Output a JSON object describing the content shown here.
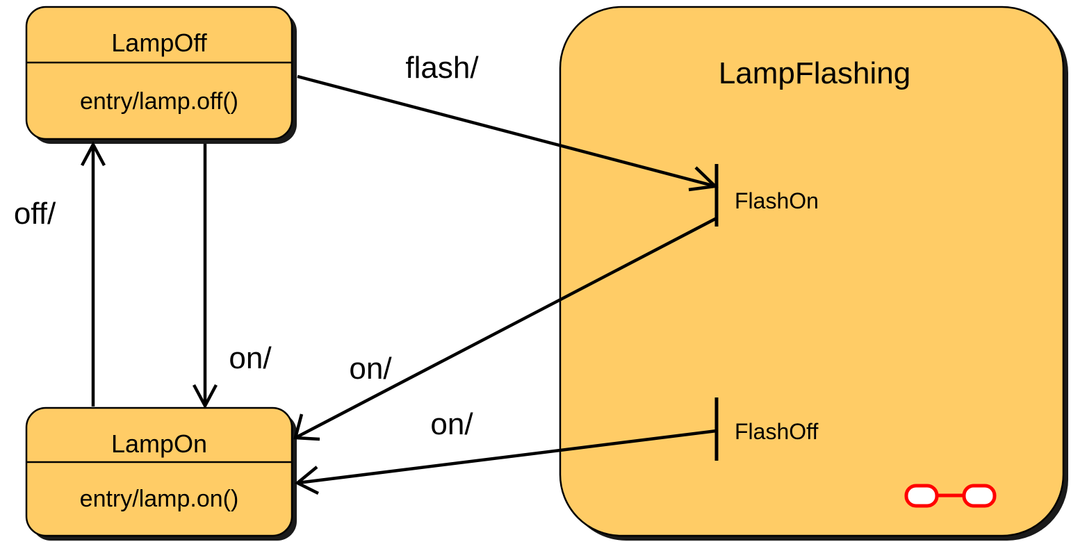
{
  "states": {
    "lamp_off": {
      "name": "LampOff",
      "action": "entry/lamp.off()"
    },
    "lamp_on": {
      "name": "LampOn",
      "action": "entry/lamp.on()"
    },
    "lamp_flashing": {
      "name": "LampFlashing",
      "entry_points": {
        "flash_on": "FlashOn",
        "flash_off": "FlashOff"
      }
    }
  },
  "transitions": {
    "flash": "flash/",
    "off": "off/",
    "on_from_lampoff": "on/",
    "on_from_flashon": "on/",
    "on_from_flashoff": "on/"
  },
  "colors": {
    "state_fill": "#ffcc66",
    "stroke": "#000000",
    "submachine_icon": "#ff0000"
  },
  "icons": {
    "submachine": "submachine-icon"
  }
}
